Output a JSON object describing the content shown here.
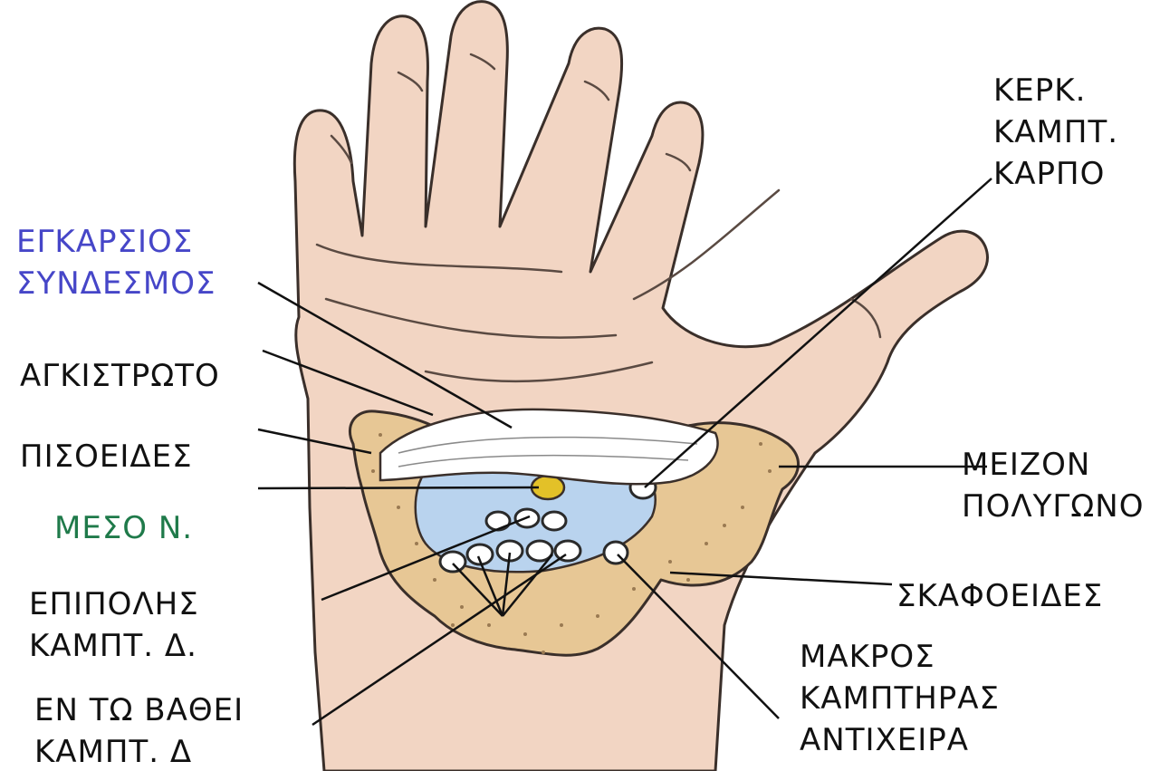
{
  "colors": {
    "skin": "#f2d5c3",
    "skin_outline": "#3a2f2a",
    "bone": "#e7c795",
    "ligament": "#ffffff",
    "nerve": "#e3c128",
    "tunnel": "#b9d3ee",
    "blue_label": "#4646c8",
    "green_label": "#1f7a4a"
  },
  "labels": {
    "transverse_ligament": [
      "ΕΓΚΑΡΣΙΟΣ",
      "ΣΥΝΔΕΣΜΟΣ"
    ],
    "hamate": "ΑΓΚΙΣΤΡΩΤΟ",
    "pisiform": "ΠΙΣΟΕΙΔΕΣ",
    "median_nerve": "ΜΕΣΟ Ν.",
    "superficial_flexor": [
      "ΕΠΙΠΟΛΗΣ",
      "ΚΑΜΠΤ. Δ."
    ],
    "deep_flexor": [
      "ΕΝ ΤΩ ΒΑΘΕΙ",
      "ΚΑΜΠΤ. Δ"
    ],
    "radial_flexor_carpi": [
      "ΚΕΡΚ.",
      "ΚΑΜΠΤ.",
      "ΚΑΡΠΟ"
    ],
    "trapezium": [
      "ΜΕΙΖΟΝ",
      "ΠΟΛΥΓΩΝΟ"
    ],
    "scaphoid": "ΣΚΑΦΟΕΙΔΕΣ",
    "flexor_pollicis_longus": [
      "ΜΑΚΡΟΣ",
      "ΚΑΜΠΤΗΡΑΣ",
      "ΑΝΤΙΧΕΙΡΑ"
    ]
  }
}
